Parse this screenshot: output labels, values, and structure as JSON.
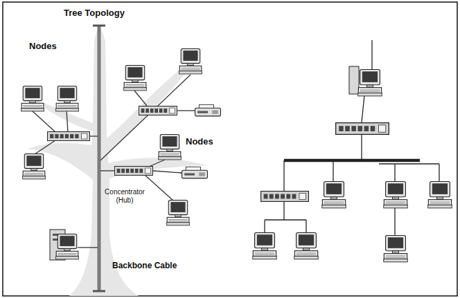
{
  "diagram": {
    "title": "Tree Topology",
    "labels": [
      "Nodes",
      "Nodes",
      "Concentrator (Hub)",
      "Backbone Cable"
    ]
  }
}
